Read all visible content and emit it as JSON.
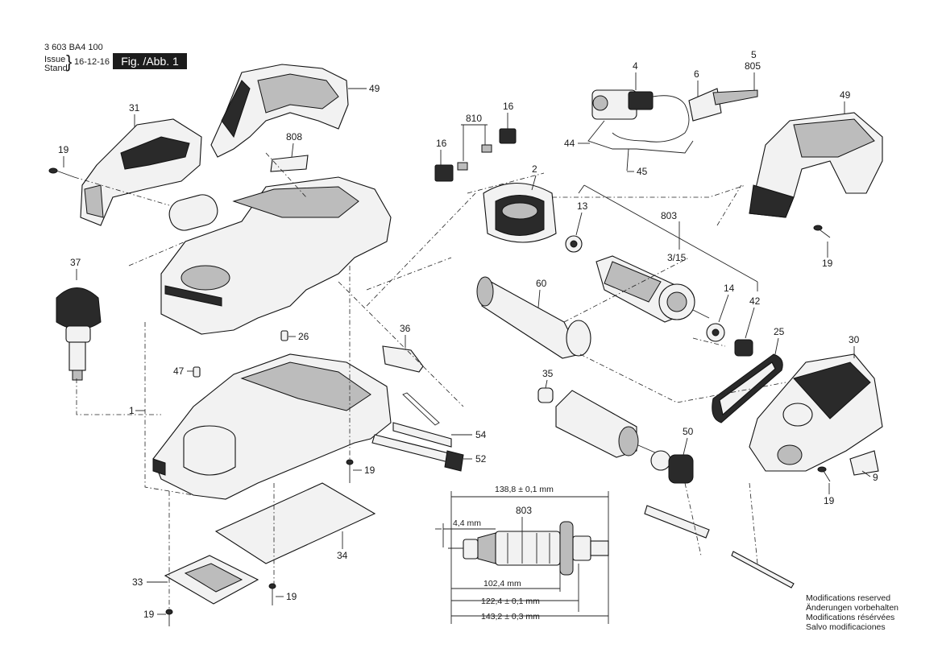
{
  "header": {
    "drawing_number": "3 603 BA4 100",
    "issue_label": "Issue",
    "stand_label": "Stand",
    "date": "16-12-16",
    "figure_label": "Fig. /Abb. 1"
  },
  "callouts": {
    "c49a": "49",
    "c31": "31",
    "c19a": "19",
    "c808": "808",
    "c37": "37",
    "c26": "26",
    "c36": "36",
    "c47": "47",
    "c1": "1",
    "c54": "54",
    "c52": "52",
    "c19b": "19",
    "c34": "34",
    "c33": "33",
    "c19c": "19",
    "c19d": "19",
    "c4": "4",
    "c5": "5",
    "c805": "805",
    "c6": "6",
    "c44": "44",
    "c45": "45",
    "c16a": "16",
    "c810": "810",
    "c16b": "16",
    "c2": "2",
    "c13": "13",
    "c803a": "803",
    "c315": "3/15",
    "c60": "60",
    "c14": "14",
    "c42": "42",
    "c25": "25",
    "c35": "35",
    "c30": "30",
    "c49b": "49",
    "c19e": "19",
    "c50": "50",
    "c9": "9",
    "c19f": "19",
    "c803b": "803"
  },
  "dimensions": {
    "d1": "138,8 ± 0,1 mm",
    "d2": "4,4 mm",
    "d3": "102,4 mm",
    "d4": "122,4 ± 0,1 mm",
    "d5": "143,2 ± 0,3 mm"
  },
  "notes": [
    "Modifications reserved",
    "Änderungen vorbehalten",
    "Modifications résérvées",
    "Salvo modificaciones"
  ]
}
